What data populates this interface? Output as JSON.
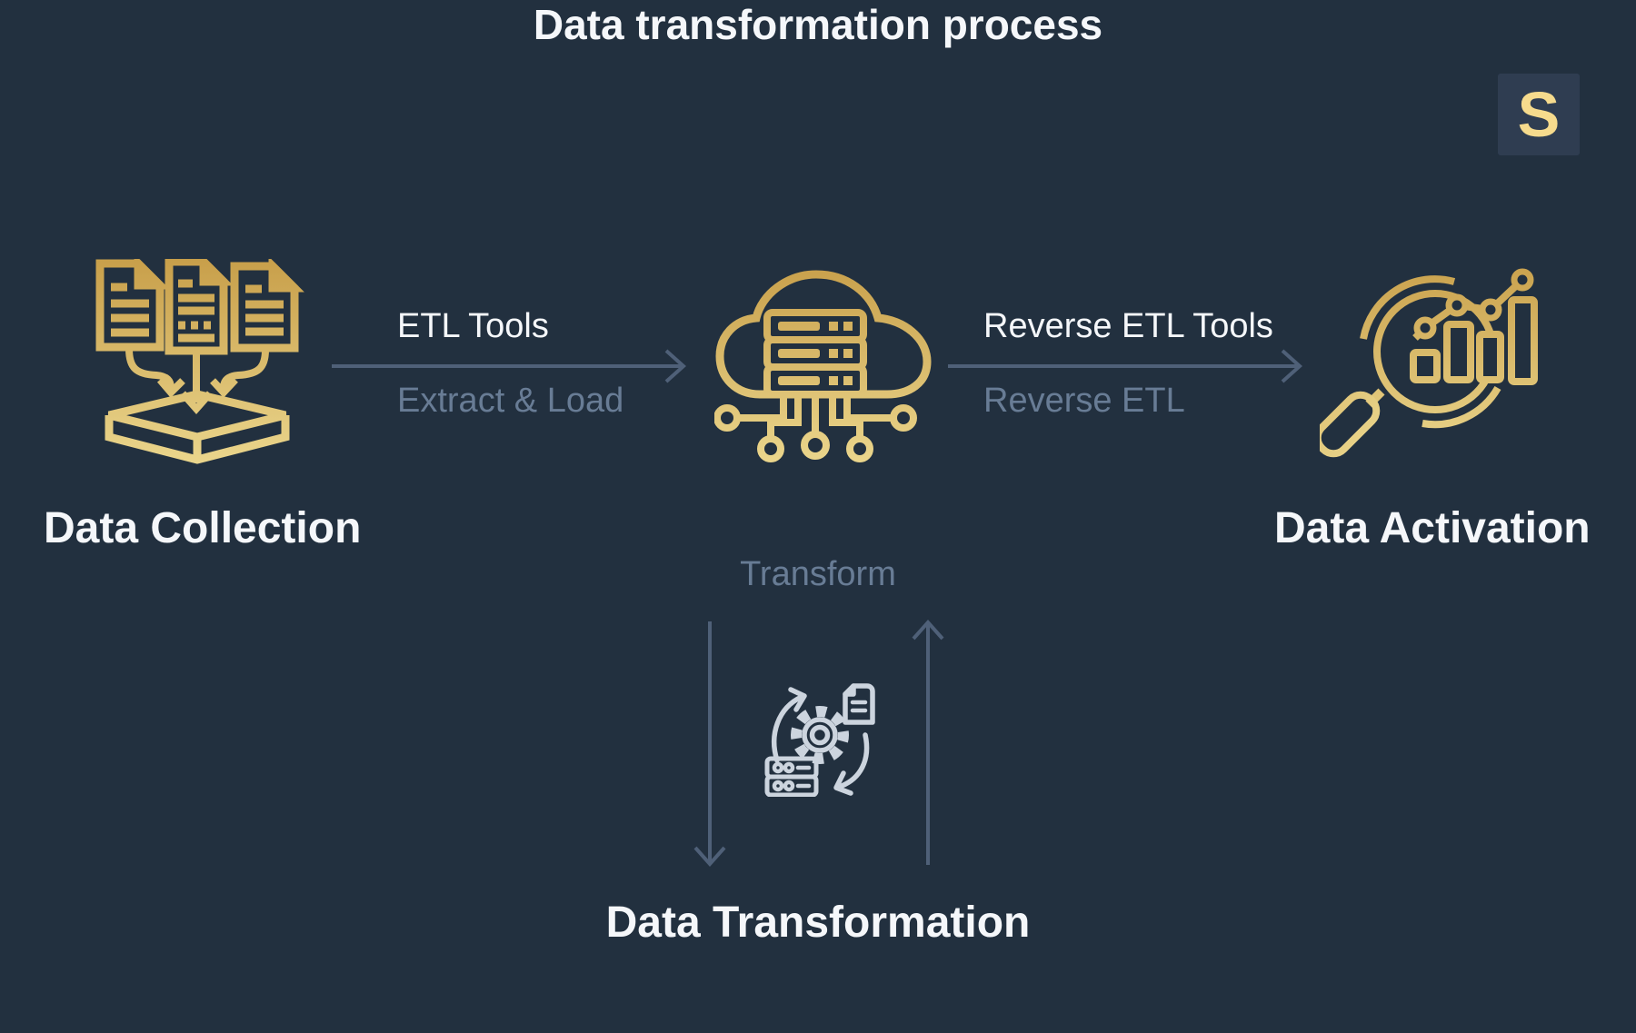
{
  "title": "Data transformation process",
  "logo": {
    "letter": "S"
  },
  "flow": {
    "collection": {
      "label": "Data Collection",
      "icon": "documents-into-collector"
    },
    "warehouse": {
      "icon": "cloud-data-servers"
    },
    "activation": {
      "label": "Data Activation",
      "icon": "magnifier-bar-chart"
    },
    "transformation": {
      "label": "Data Transformation",
      "icon": "gear-document-sync"
    }
  },
  "arrows": {
    "etl": {
      "title": "ETL Tools",
      "subtitle": "Extract & Load",
      "direction": "right"
    },
    "reverse_etl": {
      "title": "Reverse ETL Tools",
      "subtitle": "Reverse ETL",
      "direction": "right"
    },
    "transform_label": "Transform",
    "transform_down": {
      "direction": "down"
    },
    "transform_up": {
      "direction": "up"
    }
  },
  "colors": {
    "background": "#22303f",
    "gold_top": "#c89f4a",
    "gold_bottom": "#ecd88f",
    "logo_bg": "#2f3d51",
    "logo_letter": "#f6db8d",
    "arrow": "#4f6078",
    "text_primary": "#f5f7fa",
    "text_muted": "#687c95",
    "icon_muted": "#ccd4de"
  }
}
